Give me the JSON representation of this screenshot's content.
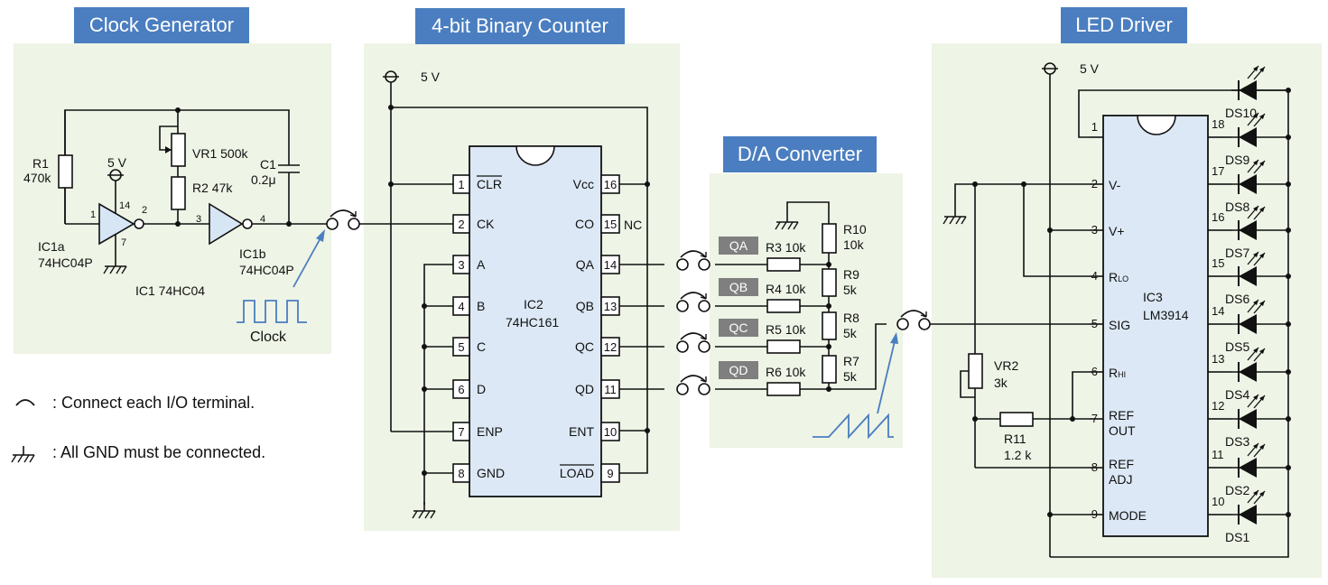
{
  "titles": {
    "clock": "Clock Generator",
    "counter": "4-bit Binary Counter",
    "dac": "D/A Converter",
    "led": "LED Driver"
  },
  "clock": {
    "r1_name": "R1",
    "r1_val": "470k",
    "vr1": "VR1  500k",
    "r2": "R2  47k",
    "c1_name": "C1",
    "c1_val": "0.2μ",
    "vcc": "5 V",
    "ic1a_name": "IC1a",
    "ic1a_part": "74HC04P",
    "ic1b_name": "IC1b",
    "ic1b_part": "74HC04P",
    "ic1": "IC1 74HC04",
    "pin1": "1",
    "pin2": "2",
    "pin3": "3",
    "pin4": "4",
    "pin7": "7",
    "pin14": "14",
    "clock_label": "Clock"
  },
  "counter": {
    "vcc": "5 V",
    "ic_name": "IC2",
    "ic_part": "74HC161",
    "left_pins": [
      {
        "num": "1",
        "name": "CLR"
      },
      {
        "num": "2",
        "name": "CK"
      },
      {
        "num": "3",
        "name": "A"
      },
      {
        "num": "4",
        "name": "B"
      },
      {
        "num": "5",
        "name": "C"
      },
      {
        "num": "6",
        "name": "D"
      },
      {
        "num": "7",
        "name": "ENP"
      },
      {
        "num": "8",
        "name": "GND"
      }
    ],
    "right_pins": [
      {
        "num": "16",
        "name": "Vcc"
      },
      {
        "num": "15",
        "name": "CO"
      },
      {
        "num": "14",
        "name": "QA"
      },
      {
        "num": "13",
        "name": "QB"
      },
      {
        "num": "12",
        "name": "QC"
      },
      {
        "num": "11",
        "name": "QD"
      },
      {
        "num": "10",
        "name": "ENT"
      },
      {
        "num": "9",
        "name": "LOAD"
      }
    ],
    "nc": "NC"
  },
  "dac": {
    "inputs": [
      "QA",
      "QB",
      "QC",
      "QD"
    ],
    "series_res": [
      "R3  10k",
      "R4  10k",
      "R5  10k",
      "R6  10k"
    ],
    "ladder_res": [
      {
        "name": "R10",
        "val": "10k"
      },
      {
        "name": "R9",
        "val": "5k"
      },
      {
        "name": "R8",
        "val": "5k"
      },
      {
        "name": "R7",
        "val": "5k"
      }
    ]
  },
  "led": {
    "vcc": "5 V",
    "ic_name": "IC3",
    "ic_part": "LM3914",
    "left_pins": [
      {
        "num": "1",
        "name": ""
      },
      {
        "num": "2",
        "name": "V-"
      },
      {
        "num": "3",
        "name": "V+"
      },
      {
        "num": "4",
        "name": "RLO"
      },
      {
        "num": "5",
        "name": "SIG"
      },
      {
        "num": "6",
        "name": "RHI"
      },
      {
        "num": "7",
        "name": "REF OUT"
      },
      {
        "num": "8",
        "name": "REF ADJ"
      },
      {
        "num": "9",
        "name": "MODE"
      }
    ],
    "right_pins": [
      "18",
      "17",
      "16",
      "15",
      "14",
      "13",
      "12",
      "11",
      "10"
    ],
    "leds": [
      "DS10",
      "DS9",
      "DS8",
      "DS7",
      "DS6",
      "DS5",
      "DS4",
      "DS3",
      "DS2",
      "DS1"
    ],
    "vr2_name": "VR2",
    "vr2_val": "3k",
    "r11_name": "R11",
    "r11_val": "1.2 k"
  },
  "legend": {
    "connect": ": Connect each I/O terminal.",
    "gnd": ": All GND must be connected."
  },
  "colors": {
    "panel": "#eef4e6",
    "title": "#4a7ec0",
    "ic": "#dce8f5",
    "tag": "#7f7f7f",
    "arrow": "#4a7ec0"
  }
}
